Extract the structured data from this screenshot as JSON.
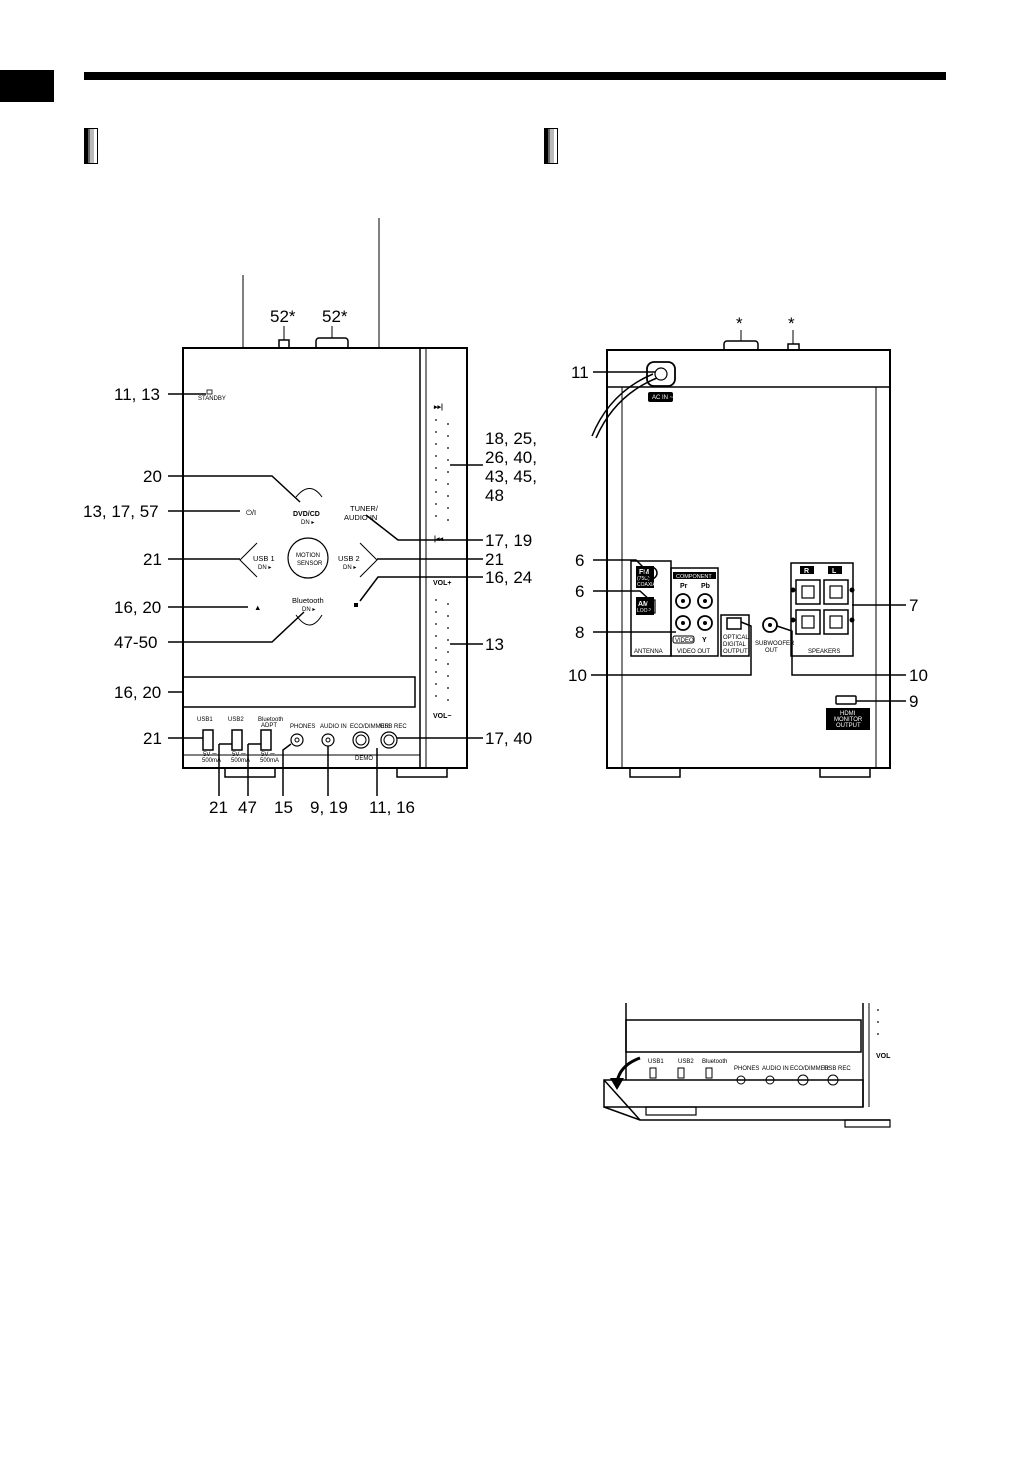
{
  "front": {
    "top_callouts": [
      "52*",
      "52*"
    ],
    "left_callouts": [
      "11, 13",
      "20",
      "13, 17, 57",
      "21",
      "16, 20",
      "47-50",
      "16, 20",
      "21"
    ],
    "right_callouts": [
      "18, 25,",
      "26, 40,",
      "43, 45,",
      "48",
      "17, 19",
      "21",
      "16, 24",
      "13",
      "17, 40"
    ],
    "bottom_callouts": [
      "21",
      "47",
      "15",
      "9, 19",
      "11, 16"
    ],
    "panel": {
      "standby": "STANDBY",
      "power": "⏻/I",
      "dvd_cd": "DVD/CD",
      "dvd_cd_sub": "DN ▸",
      "tuner": "TUNER/",
      "audio_in_btn": "AUDIO IN",
      "usb1": "USB 1",
      "usb1_sub": "DN ▸",
      "motion": "MOTION",
      "sensor": "SENSOR",
      "usb2": "USB 2",
      "usb2_sub": "DN ▸",
      "eject": "▲",
      "bluetooth": "Bluetooth",
      "bluetooth_sub": "DN ▸",
      "next": "▸▸|",
      "prev": "|◂◂",
      "vol_plus": "VOL+",
      "vol_minus": "VOL−",
      "port_usb1": "USB1",
      "port_usb2": "USB2",
      "port_bt": "Bluetooth",
      "port_adpt": "ADPT",
      "phones": "PHONES",
      "audio_in": "AUDIO IN",
      "eco": "ECO/DIMMER",
      "demo": "DEMO",
      "usb_rec": "USB REC",
      "rating1": "5V ⎓",
      "rating2": "500mA"
    }
  },
  "rear": {
    "top_callouts": [
      "*",
      "*"
    ],
    "left_callouts": [
      "11",
      "6",
      "6",
      "8",
      "10"
    ],
    "right_callouts": [
      "7",
      "10",
      "9"
    ],
    "labels": {
      "ac_in": "AC IN ~",
      "fm": "FM",
      "fm_sub": "(75Ω)",
      "fm_sub2": "COAXIAL",
      "am": "AM",
      "am_sub": "LOOP",
      "antenna": "ANTENNA",
      "component": "COMPONENT",
      "pr": "Pr",
      "pb": "Pb",
      "video": "VIDEO",
      "y": "Y",
      "video_out": "VIDEO OUT",
      "optical1": "OPTICAL",
      "optical2": "DIGITAL",
      "optical3": "OUTPUT",
      "subwoofer1": "SUBWOOFER",
      "subwoofer2": "OUT",
      "r": "R",
      "l": "L",
      "speakers": "SPEAKERS",
      "hdmi1": "HDMI",
      "hdmi2": "MONITOR",
      "hdmi3": "OUTPUT"
    }
  },
  "detail": {
    "labels": [
      "USB1",
      "USB2",
      "Bluetooth",
      "PHONES",
      "AUDIO IN",
      "ECO/DIMMER",
      "USB REC",
      "VOL"
    ]
  }
}
